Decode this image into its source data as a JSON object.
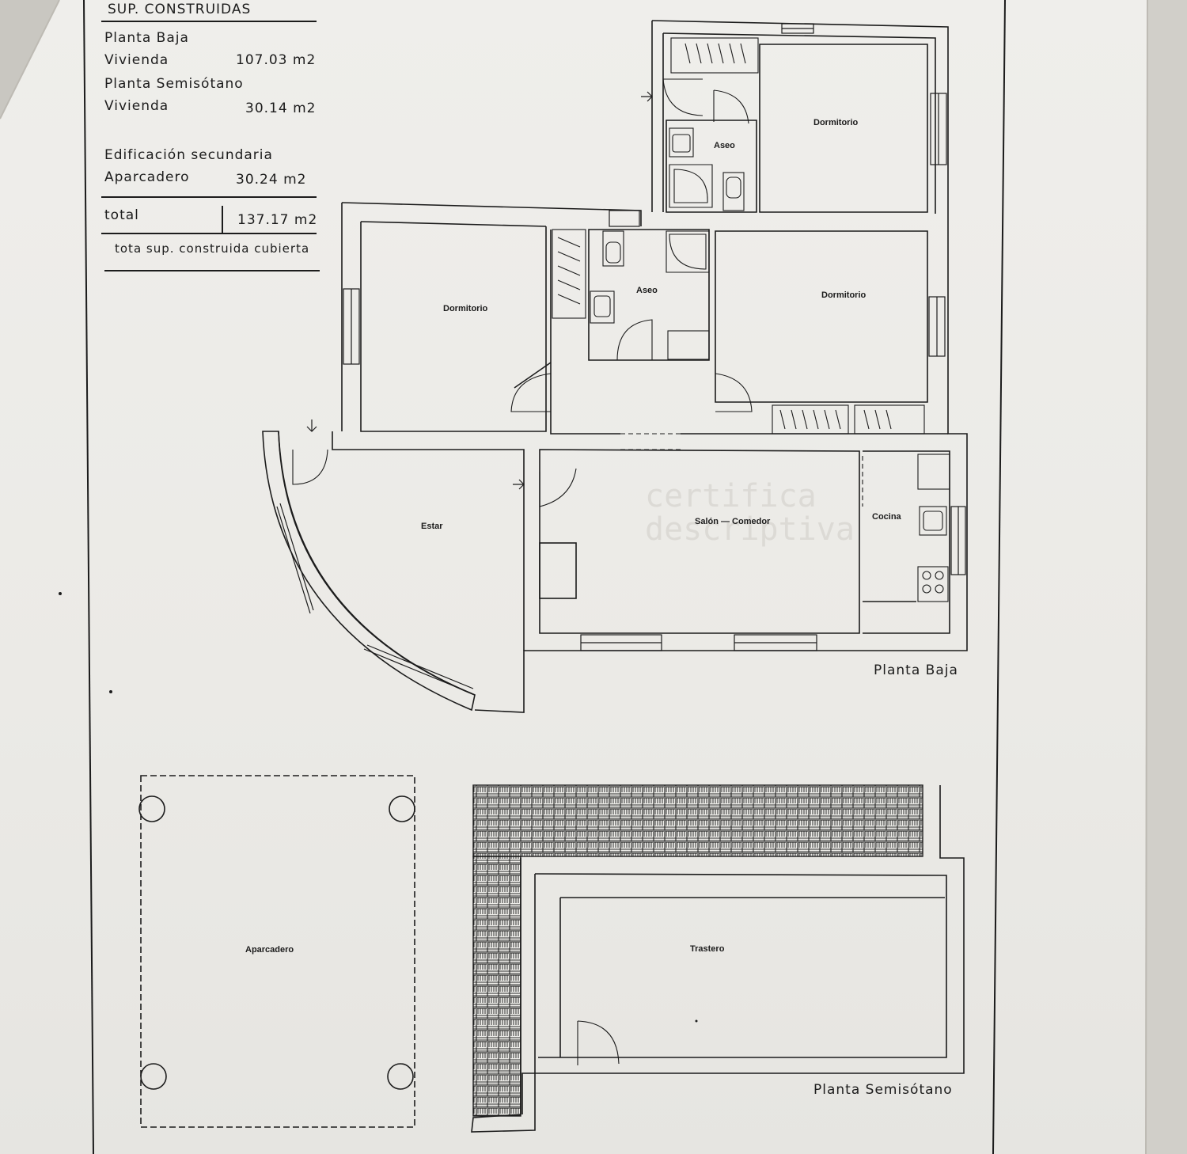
{
  "surface_table": {
    "heading": "SUP. CONSTRUIDAS",
    "ground_floor_heading": "Planta Baja",
    "ground_floor_dwelling_label": "Vivienda",
    "ground_floor_dwelling_value": "107.03  m2",
    "semi_basement_heading": "Planta Semisótano",
    "semi_basement_dwelling_label": "Vivienda",
    "semi_basement_dwelling_value": "30.14  m2",
    "secondary_heading": "Edificación  secundaria",
    "parking_label": "Aparcadero",
    "parking_value": "30.24  m2",
    "total_label": "total",
    "total_value": "137.17  m2",
    "total_note": "tota  sup.  construida  cubierta"
  },
  "rooms": {
    "dormitorio_1": "Dormitorio",
    "aseo_1": "Aseo",
    "dormitorio_2": "Dormitorio",
    "aseo_2": "Aseo",
    "dormitorio_3": "Dormitorio",
    "estar": "Estar",
    "salon": "Salón  —  Comedor",
    "cocina": "Cocina",
    "aparcadero": "Aparcadero",
    "trastero": "Trastero"
  },
  "captions": {
    "ground_floor": "Planta  Baja",
    "semi_basement": "Planta  Semisótano"
  },
  "colors": {
    "ink": "#1c1c1c",
    "paper": "#eeede9"
  }
}
